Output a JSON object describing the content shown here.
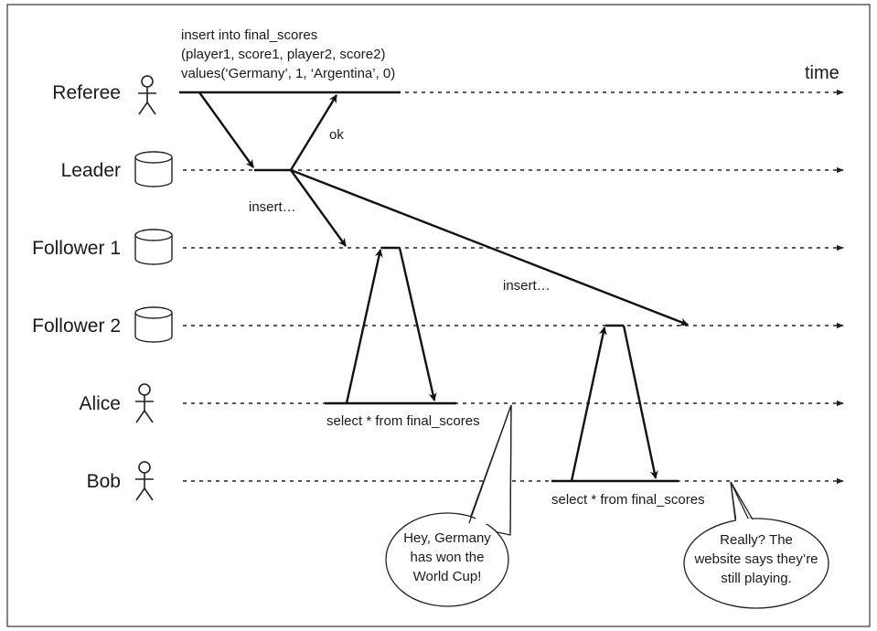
{
  "participants": [
    {
      "label": "Referee",
      "kind": "person-icon"
    },
    {
      "label": "Leader",
      "kind": "database-icon"
    },
    {
      "label": "Follower 1",
      "kind": "database-icon"
    },
    {
      "label": "Follower 2",
      "kind": "database-icon"
    },
    {
      "label": "Alice",
      "kind": "person-icon"
    },
    {
      "label": "Bob",
      "kind": "person-icon"
    }
  ],
  "time_label": "time",
  "referee_query": [
    "insert into final_scores",
    "(player1, score1, player2, score2)",
    "values(‘Germany’, 1, ‘Argentina’, 0)"
  ],
  "ok_label": "ok",
  "insert_label_follower1": "insert…",
  "insert_label_follower2": "insert…",
  "alice_query": "select * from final_scores",
  "bob_query": "select * from final_scores",
  "alice_bubble": [
    "Hey, Germany",
    "has won the",
    "World Cup!"
  ],
  "bob_bubble": [
    "Really? The",
    "website says they’re",
    "still playing."
  ]
}
